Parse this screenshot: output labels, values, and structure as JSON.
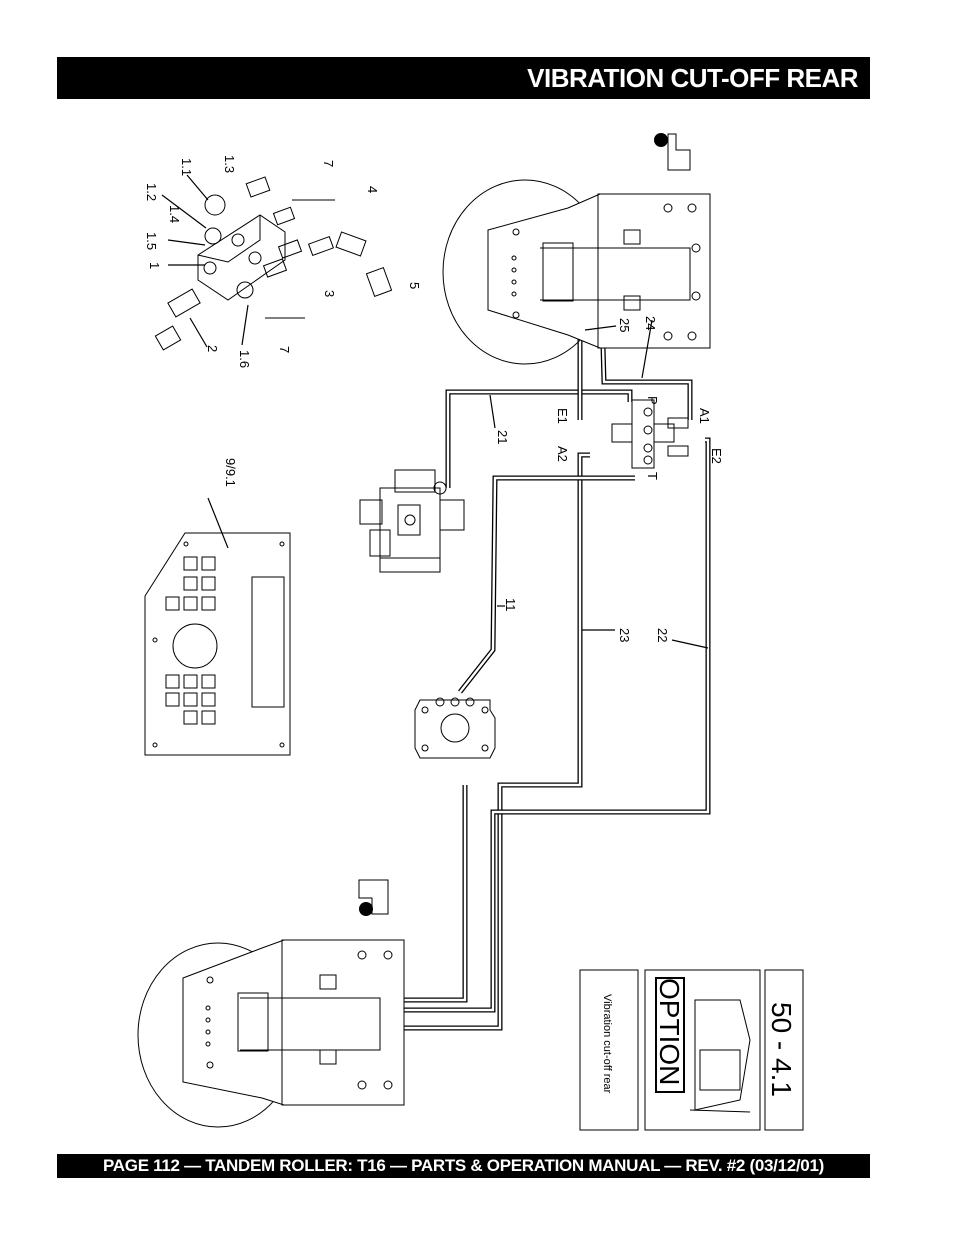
{
  "header": {
    "title": "VIBRATION CUT-OFF REAR"
  },
  "footer": {
    "text": "PAGE 112 — TANDEM ROLLER: T16 — PARTS & OPERATION MANUAL — REV. #2 (03/12/01)"
  },
  "valve_parts": {
    "p1": "1",
    "p1_1": "1.1",
    "p1_2": "1.2",
    "p1_3": "1.3",
    "p1_4": "1.4",
    "p1_5": "1.5",
    "p1_6": "1.6",
    "p2": "2",
    "p3": "3",
    "p4": "4",
    "p5": "5",
    "p7a": "7",
    "p7b": "7"
  },
  "hoses": {
    "h11": "11",
    "h21": "21",
    "h22": "22",
    "h23": "23",
    "h24": "24",
    "h25": "25"
  },
  "ports": {
    "p": "P",
    "t": "T",
    "a1": "A1",
    "a2": "A2",
    "e1": "E1",
    "e2": "E2"
  },
  "panel": {
    "callout": "9/9.1"
  },
  "option_box": {
    "page_ref": "50 - 4.1",
    "option": "OPTION",
    "caption": "Vibration cut-off rear"
  }
}
